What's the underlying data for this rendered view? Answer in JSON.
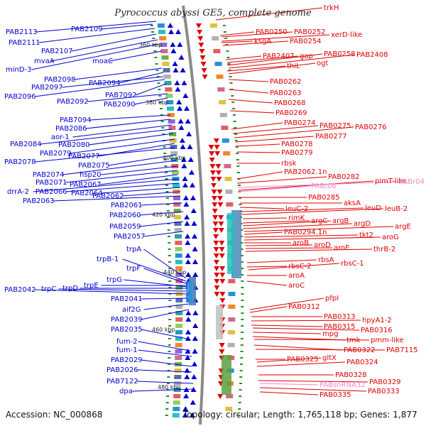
{
  "title": "Pyrococcus abyssi GE5, complete genome",
  "accession": "Accession: NC_000868",
  "topology": "Topology: circular; Length: 1,765,118 bp; Genes: 1,877",
  "colors": {
    "left_strand": "#0000cc",
    "right_strand": "#dd0000",
    "rna": "#ee88cc",
    "backbone": "#888888",
    "tick": "#2a8a2a"
  },
  "kbp_labels": [
    "360 kbp",
    "380 kbp",
    "400 kbp",
    "420 kbp",
    "440 kbp",
    "460 kbp",
    "480 kbp"
  ],
  "left_labels": [
    "PAB2113",
    "PAB2109",
    "PAB2111",
    "PAB2107",
    "mvaA",
    "moaC",
    "minD-3",
    "PAB2098",
    "PAB2094",
    "PAB2097",
    "PAB7092",
    "PAB2096",
    "PAB2092",
    "PAB2090",
    "PAB7094",
    "PAB2086",
    "aor-1",
    "PAB2084",
    "PAB2080",
    "PAB2079",
    "PAB2077",
    "PAB2078",
    "PAB2075",
    "PAB2074",
    "hsp20",
    "PAB2071",
    "PAB2067",
    "drrA-2",
    "PAB2066",
    "PAB2064",
    "PAB2062",
    "PAB2063",
    "PAB2061",
    "PAB2060",
    "PAB2059",
    "PAB2057",
    "trpA",
    "trpB-1",
    "trpF",
    "trpG",
    "PAB2042",
    "trpC",
    "trpD",
    "trpE",
    "PAB2041",
    "aif2G",
    "PAB2039",
    "PAB2035",
    "fum-2",
    "fum-1",
    "PAB2029",
    "PAB2026",
    "PAB7122",
    "dpa"
  ],
  "right_labels": [
    "trkH",
    "PAB0250",
    "PAB0252",
    "xerD-like",
    "ksgA",
    "PAB0254",
    "PAB2407",
    "gap",
    "PAB0258",
    "PAB2408",
    "thiL",
    "ogt",
    "PAB0262",
    "PAB0263",
    "PAB0268",
    "PAB0269",
    "PAB0274",
    "PAB0275",
    "PAB0276",
    "PAB0277",
    "PAB0278",
    "PAB0279",
    "rbsk",
    "PAB2062.1n",
    "PAB0282",
    "pimT-like",
    "PAB0285",
    "aksA",
    "leuC-2",
    "leuD",
    "leuB-2",
    "rimK",
    "argC",
    "argB",
    "argD",
    "argE",
    "PAB0294.1n",
    "tkt2",
    "aroG",
    "aroB",
    "aroD",
    "aroE",
    "thrB-2",
    "rbsA",
    "rbsC-2",
    "rbsC-1",
    "aroA",
    "aroC",
    "pfpI",
    "PAB0312",
    "PAB0313",
    "hpyA1-2",
    "PAB0315",
    "PAB0316",
    "mpg",
    "tmk",
    "pmm-like",
    "PAB0322",
    "PAB7115",
    "PAB0325",
    "gltX",
    "PAB0324",
    "PAB0328",
    "PAB0329",
    "PAB0335",
    "PAB0333"
  ],
  "rna_labels": [
    "PABr04",
    "PABt06",
    "PABsnRNA32"
  ]
}
